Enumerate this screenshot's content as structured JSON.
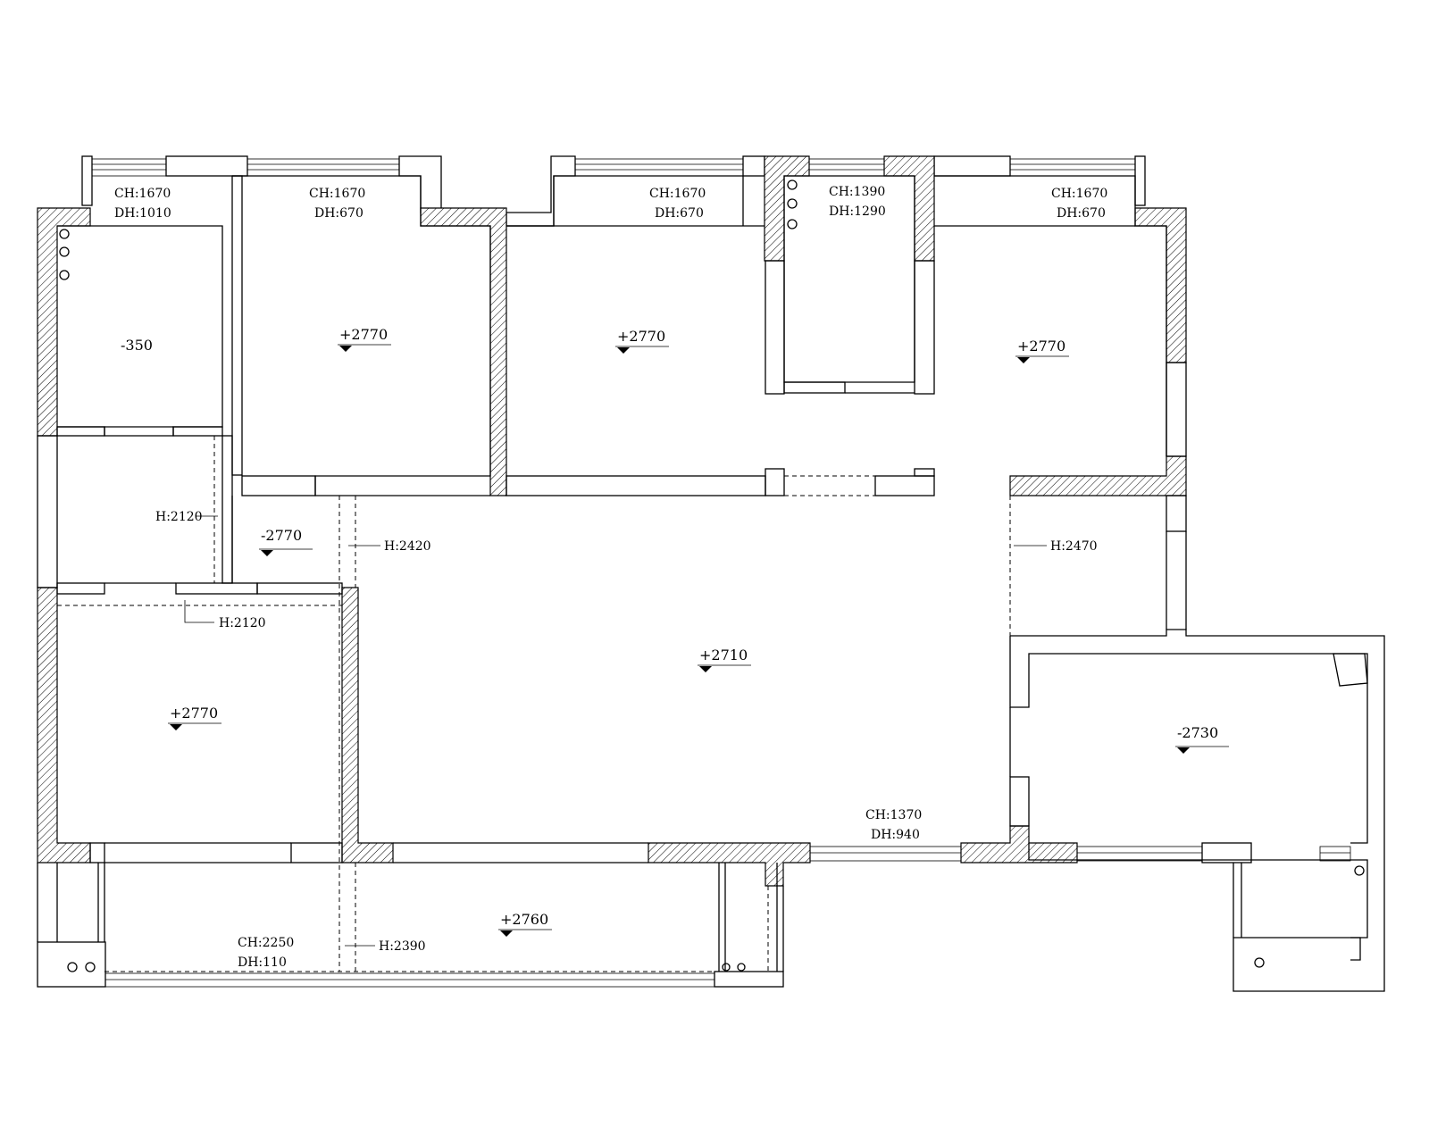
{
  "plan": {
    "levels": [
      {
        "id": "room-tl",
        "text": "-350"
      },
      {
        "id": "bed-2",
        "text": "+2770"
      },
      {
        "id": "bed-3",
        "text": "+2770"
      },
      {
        "id": "bed-4",
        "text": "+2770"
      },
      {
        "id": "corridor",
        "text": "-2770"
      },
      {
        "id": "bed-1",
        "text": "+2770"
      },
      {
        "id": "living",
        "text": "+2710"
      },
      {
        "id": "kitchen",
        "text": "-2730"
      },
      {
        "id": "balcony",
        "text": "+2760"
      }
    ],
    "windows": [
      {
        "id": "w1",
        "ch": "CH:1670",
        "dh": "DH:1010"
      },
      {
        "id": "w2",
        "ch": "CH:1670",
        "dh": "DH:670"
      },
      {
        "id": "w3",
        "ch": "CH:1670",
        "dh": "DH:670"
      },
      {
        "id": "w4",
        "ch": "CH:1390",
        "dh": "DH:1290"
      },
      {
        "id": "w5",
        "ch": "CH:1670",
        "dh": "DH:670"
      },
      {
        "id": "w6",
        "ch": "CH:1370",
        "dh": "DH:940"
      },
      {
        "id": "w7",
        "ch": "CH:2250",
        "dh": "DH:110"
      }
    ],
    "heights": [
      {
        "id": "h1",
        "text": "H:2120"
      },
      {
        "id": "h2",
        "text": "H:2420"
      },
      {
        "id": "h3",
        "text": "H:2470"
      },
      {
        "id": "h4",
        "text": "H:2120"
      },
      {
        "id": "h5",
        "text": "H:2390"
      }
    ]
  }
}
